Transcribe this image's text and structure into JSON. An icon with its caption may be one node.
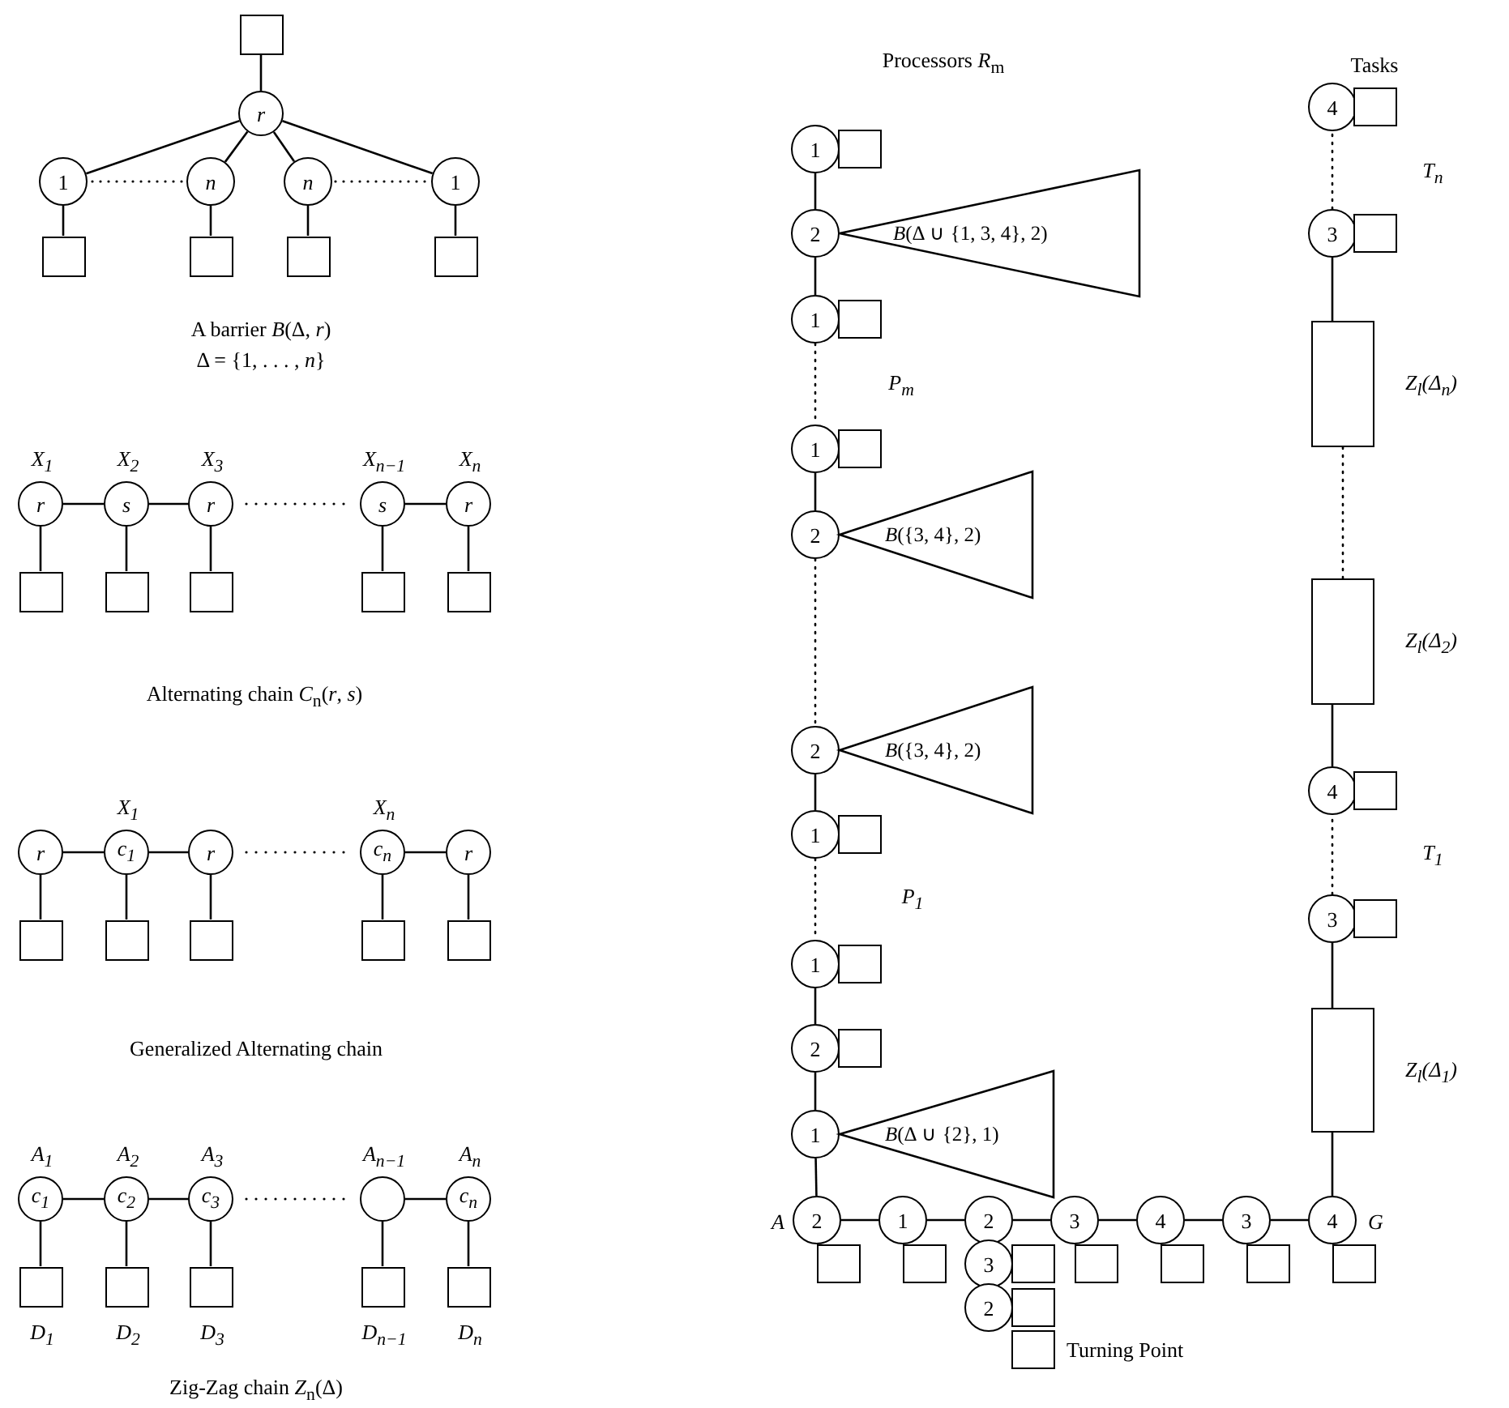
{
  "diagram": {
    "nodes": [
      {
        "text": [],
        "shape": "box"
      },
      {
        "text": [
          "r"
        ]
      },
      {
        "text": [
          "1"
        ]
      },
      {
        "text": [
          "n"
        ]
      },
      {
        "text": [
          "n"
        ]
      },
      {
        "text": [
          "1"
        ]
      },
      {
        "text": [],
        "shape": "box"
      },
      {
        "text": [],
        "shape": "box"
      },
      {
        "text": [],
        "shape": "box"
      },
      {
        "text": [],
        "shape": "box"
      },
      {
        "text": [
          "r"
        ],
        "beside": [
          "X$_{1}$"
        ]
      },
      {
        "text": [
          "s"
        ],
        "beside": [
          "X$_{2}$"
        ]
      },
      {
        "text": [
          "r"
        ],
        "beside": [
          "X$_{3}$"
        ]
      },
      {
        "text": [
          "s"
        ],
        "beside": [
          "X$_{n−1}$"
        ]
      },
      {
        "text": [
          "r"
        ],
        "beside": [
          "X$_{n}$"
        ]
      },
      {
        "text": [],
        "shape": "box"
      },
      {
        "text": [],
        "shape": "box"
      },
      {
        "text": [],
        "shape": "box"
      },
      {
        "text": [],
        "shape": "box"
      },
      {
        "text": [],
        "shape": "box"
      },
      {
        "text": [
          "r"
        ]
      },
      {
        "text": [
          "c$_{1}$"
        ],
        "beside": [
          "X$_{1}$"
        ]
      },
      {
        "text": [
          "r"
        ]
      },
      {
        "text": [
          "c$_{n}$"
        ],
        "beside": [
          "X$_{n}$"
        ]
      },
      {
        "text": [
          "r"
        ]
      },
      {
        "text": [],
        "shape": "box"
      },
      {
        "text": [],
        "shape": "box"
      },
      {
        "text": [],
        "shape": "box"
      },
      {
        "text": [],
        "shape": "box"
      },
      {
        "text": [],
        "shape": "box"
      },
      {
        "text": [
          "c$_{1}$"
        ],
        "beside": [
          "A$_{1}$"
        ]
      },
      {
        "text": [
          "c$_{2}$"
        ],
        "beside": [
          "A$_{2}$"
        ]
      },
      {
        "text": [
          "c$_{3}$"
        ],
        "beside": [
          "A$_{3}$"
        ]
      },
      {
        "text": [],
        "shape": "circle",
        "beside": [
          "A$_{n−1}$"
        ]
      },
      {
        "text": [
          "c$_{n}$"
        ],
        "beside": [
          "A$_{n}$"
        ]
      },
      {
        "text": [],
        "shape": "box",
        "beside": [
          "D$_{1}$"
        ]
      },
      {
        "text": [],
        "shape": "box",
        "beside": [
          "D$_{2}$"
        ]
      },
      {
        "text": [],
        "shape": "box",
        "beside": [
          "D$_{3}$"
        ]
      },
      {
        "text": [],
        "shape": "box",
        "beside": [
          "D$_{n−1}$"
        ]
      },
      {
        "text": [],
        "shape": "box",
        "beside": [
          "D$_{n}$"
        ]
      },
      {
        "text": [
          "1"
        ]
      },
      {
        "text": [],
        "shape": "box"
      },
      {
        "text": [
          "2"
        ]
      },
      {
        "text": [
          "*B*(Δ ∪ {1, 3, 4}, 2)"
        ]
      },
      {
        "text": [
          "1"
        ]
      },
      {
        "text": [],
        "shape": "box"
      },
      {
        "text": [
          "1"
        ]
      },
      {
        "text": [],
        "shape": "box"
      },
      {
        "text": [
          "2"
        ]
      },
      {
        "text": [
          "*B*({3, 4}, 2)"
        ]
      },
      {
        "text": [
          "2"
        ]
      },
      {
        "text": [
          "*B*({3, 4}, 2)"
        ]
      },
      {
        "text": [
          "1"
        ]
      },
      {
        "text": [],
        "shape": "box"
      },
      {
        "text": [
          "1"
        ]
      },
      {
        "text": [],
        "shape": "box"
      },
      {
        "text": [
          "2"
        ]
      },
      {
        "text": [],
        "shape": "box"
      },
      {
        "text": [
          "1"
        ]
      },
      {
        "text": [
          "*B*(Δ ∪ {2}, 1)"
        ]
      },
      {
        "text": [
          "2"
        ],
        "beside": [
          "A"
        ]
      },
      {
        "text": [],
        "shape": "box"
      },
      {
        "text": [
          "1"
        ]
      },
      {
        "text": [],
        "shape": "box"
      },
      {
        "text": [
          "2"
        ]
      },
      {
        "text": [],
        "shape": "box"
      },
      {
        "text": [
          "3"
        ]
      },
      {
        "text": [],
        "shape": "box"
      },
      {
        "text": [
          "4"
        ]
      },
      {
        "text": [],
        "shape": "box"
      },
      {
        "text": [
          "3"
        ]
      },
      {
        "text": [],
        "shape": "box"
      },
      {
        "text": [
          "4"
        ],
        "beside": [
          "G"
        ]
      },
      {
        "text": [],
        "shape": "box"
      },
      {
        "text": [
          "3"
        ]
      },
      {
        "text": [
          "2"
        ]
      },
      {
        "text": [],
        "shape": "box"
      },
      {
        "text": [],
        "shape": "box",
        "beside": [
          "Turning Point"
        ]
      },
      {
        "text": [
          "4"
        ]
      },
      {
        "text": [],
        "shape": "box"
      },
      {
        "text": [
          "3"
        ]
      },
      {
        "text": [],
        "shape": "box"
      },
      {
        "text": [],
        "shape": "box",
        "beside": [
          "Z$_{l}$(Δ$_{n}$)"
        ]
      },
      {
        "text": [],
        "shape": "box",
        "beside": [
          "Z$_{l}$(Δ$_{2}$)"
        ]
      },
      {
        "text": [
          "4"
        ]
      },
      {
        "text": [],
        "shape": "box"
      },
      {
        "text": [
          "3"
        ]
      },
      {
        "text": [],
        "shape": "box"
      },
      {
        "text": [],
        "shape": "box",
        "beside": [
          "Z$_{l}$(Δ$_{1}$)"
        ]
      }
    ],
    "edges": [
      {
        "from": 0,
        "to": 1,
        "arrow": "none"
      },
      {
        "from": 1,
        "to": 2,
        "arrow": "none"
      },
      {
        "from": 1,
        "to": 3,
        "arrow": "none"
      },
      {
        "from": 1,
        "to": 4,
        "arrow": "none"
      },
      {
        "from": 1,
        "to": 5,
        "arrow": "none"
      },
      {
        "from": 2,
        "to": 6,
        "arrow": "none"
      },
      {
        "from": 3,
        "to": 7,
        "arrow": "none"
      },
      {
        "from": 4,
        "to": 8,
        "arrow": "none"
      },
      {
        "from": 5,
        "to": 9,
        "arrow": "none"
      },
      {
        "from": 10,
        "to": 11,
        "arrow": "none"
      },
      {
        "from": 11,
        "to": 12,
        "arrow": "none"
      },
      {
        "from": 13,
        "to": 14,
        "arrow": "none"
      },
      {
        "from": 10,
        "to": 15,
        "arrow": "none"
      },
      {
        "from": 11,
        "to": 16,
        "arrow": "none"
      },
      {
        "from": 12,
        "to": 17,
        "arrow": "none"
      },
      {
        "from": 13,
        "to": 18,
        "arrow": "none"
      },
      {
        "from": 14,
        "to": 19,
        "arrow": "none"
      },
      {
        "from": 20,
        "to": 21,
        "arrow": "none"
      },
      {
        "from": 21,
        "to": 22,
        "arrow": "none"
      },
      {
        "from": 23,
        "to": 24,
        "arrow": "none"
      },
      {
        "from": 20,
        "to": 25,
        "arrow": "none"
      },
      {
        "from": 21,
        "to": 26,
        "arrow": "none"
      },
      {
        "from": 22,
        "to": 27,
        "arrow": "none"
      },
      {
        "from": 23,
        "to": 28,
        "arrow": "none"
      },
      {
        "from": 24,
        "to": 29,
        "arrow": "none"
      },
      {
        "from": 30,
        "to": 31,
        "arrow": "none"
      },
      {
        "from": 31,
        "to": 32,
        "arrow": "none"
      },
      {
        "from": 33,
        "to": 34,
        "arrow": "none"
      },
      {
        "from": 30,
        "to": 35,
        "arrow": "none"
      },
      {
        "from": 31,
        "to": 36,
        "arrow": "none"
      },
      {
        "from": 32,
        "to": 37,
        "arrow": "none"
      },
      {
        "from": 33,
        "to": 38,
        "arrow": "none"
      },
      {
        "from": 34,
        "to": 39,
        "arrow": "none"
      },
      {
        "from": 40,
        "to": 42,
        "arrow": "none"
      },
      {
        "from": 42,
        "to": 44,
        "arrow": "none"
      },
      {
        "from": 44,
        "to": 46,
        "arrow": "none",
        "style": "dashed"
      },
      {
        "from": 46,
        "to": 48,
        "arrow": "none"
      },
      {
        "from": 48,
        "to": 50,
        "arrow": "none",
        "style": "dashed"
      },
      {
        "from": 50,
        "to": 52,
        "arrow": "none"
      },
      {
        "from": 52,
        "to": 54,
        "arrow": "none",
        "style": "dashed"
      },
      {
        "from": 54,
        "to": 56,
        "arrow": "none"
      },
      {
        "from": 56,
        "to": 58,
        "arrow": "none"
      },
      {
        "from": 58,
        "to": 60,
        "arrow": "none"
      },
      {
        "from": 60,
        "to": 62,
        "arrow": "none"
      },
      {
        "from": 62,
        "to": 64,
        "arrow": "none"
      },
      {
        "from": 64,
        "to": 66,
        "arrow": "none"
      },
      {
        "from": 66,
        "to": 68,
        "arrow": "none"
      },
      {
        "from": 68,
        "to": 70,
        "arrow": "none"
      },
      {
        "from": 70,
        "to": 72,
        "arrow": "none"
      },
      {
        "from": 72,
        "to": 88,
        "arrow": "none"
      },
      {
        "from": 88,
        "to": 86,
        "arrow": "none"
      },
      {
        "from": 86,
        "to": 84,
        "arrow": "none",
        "style": "dashed"
      },
      {
        "from": 84,
        "to": 83,
        "arrow": "none"
      },
      {
        "from": 83,
        "to": 82,
        "arrow": "none",
        "style": "dashed"
      },
      {
        "from": 82,
        "to": 80,
        "arrow": "none"
      },
      {
        "from": 80,
        "to": 78,
        "arrow": "none",
        "style": "dashed"
      }
    ],
    "labels": [
      "Processors *R*$_{m}$",
      "Tasks",
      "T$_{n}$",
      "A barrier *B*(Δ, *r*)",
      "Δ = {1, . . . , *n*}",
      "P$_{m}$",
      "Alternating chain *C*$_{n}$(*r*, *s*)",
      "T$_{1}$",
      "P$_{1}$",
      "Generalized Alternating chain",
      "Zig-Zag chain *Z*$_{n}$(Δ)"
    ]
  }
}
